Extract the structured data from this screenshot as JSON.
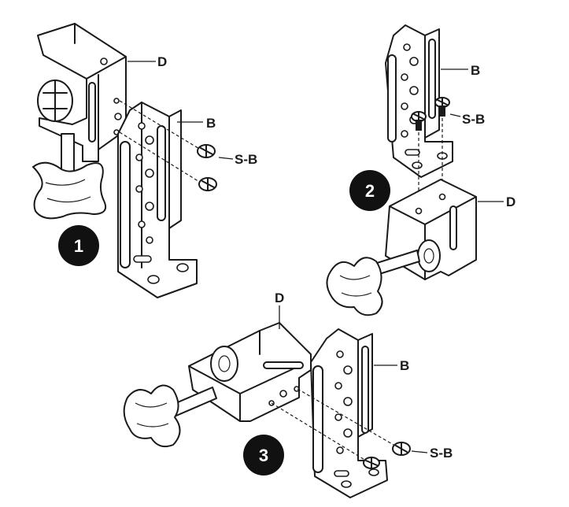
{
  "labels": {
    "clamp": "D",
    "bracket": "B",
    "screw": "S-B"
  },
  "steps": [
    {
      "number": "1"
    },
    {
      "number": "2"
    },
    {
      "number": "3"
    }
  ],
  "colors": {
    "line": "#1a1a1a",
    "badge": "#111111",
    "background": "#ffffff"
  }
}
